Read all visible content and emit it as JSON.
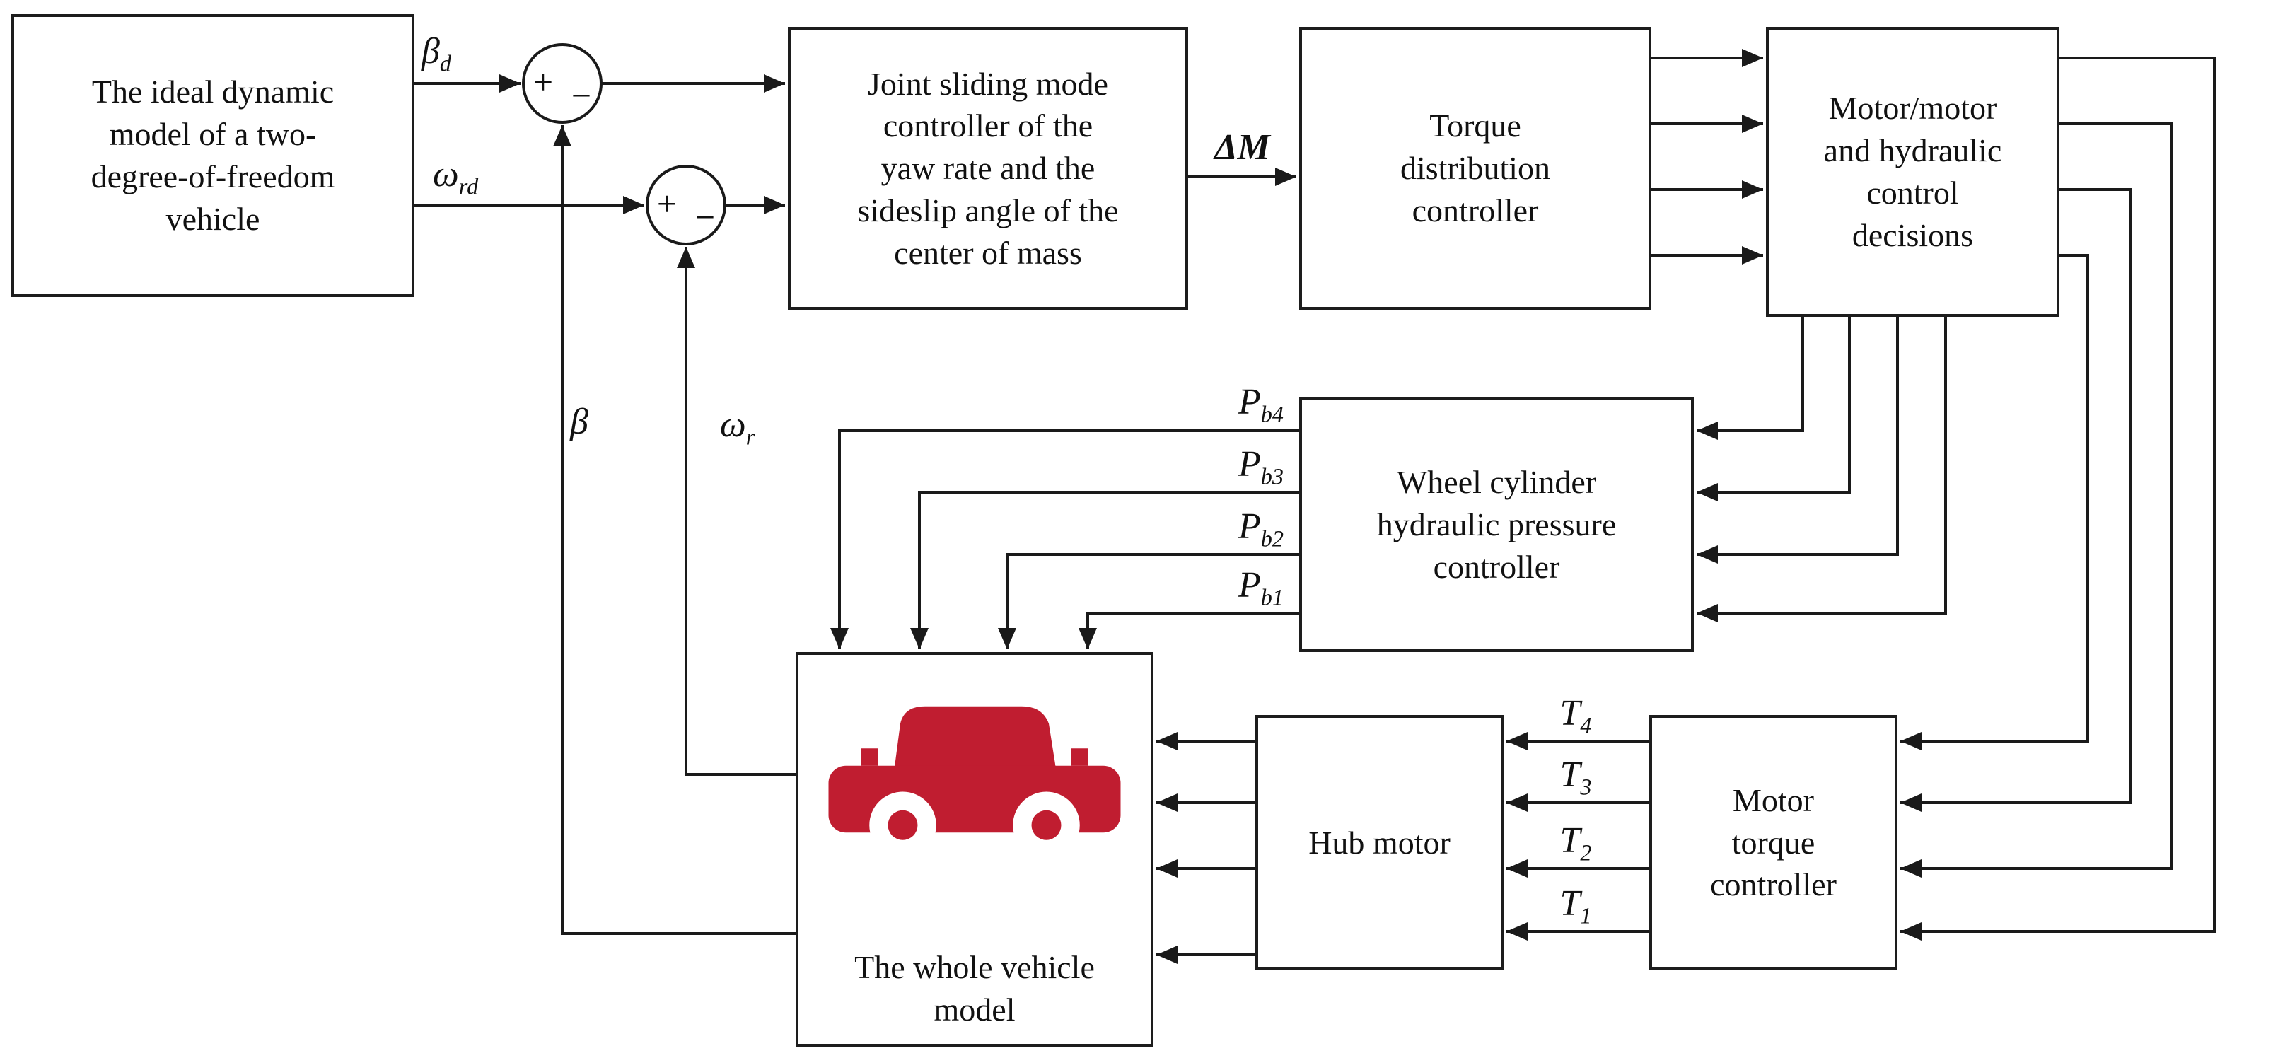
{
  "diagram": {
    "boxes": {
      "ideal": {
        "lines": [
          "The ideal dynamic",
          "model of a two-",
          "degree-of-freedom",
          "vehicle"
        ]
      },
      "jsm": {
        "lines": [
          "Joint sliding mode",
          "controller of the",
          "yaw rate and the",
          "sideslip angle of the",
          "center of mass"
        ]
      },
      "tdc": {
        "lines": [
          "Torque",
          "distribution",
          "controller"
        ]
      },
      "mmd": {
        "lines": [
          "Motor/motor",
          "and hydraulic",
          "control",
          "decisions"
        ]
      },
      "wcc": {
        "lines": [
          "Wheel cylinder",
          "hydraulic pressure",
          "controller"
        ]
      },
      "veh": {
        "lines": [
          "The whole vehicle",
          "model"
        ]
      },
      "hub": {
        "lines": [
          "Hub motor"
        ]
      },
      "mtc": {
        "lines": [
          "Motor",
          "torque",
          "controller"
        ]
      }
    },
    "signals": {
      "beta_d": {
        "main": "β",
        "sub": "d"
      },
      "omega_rd": {
        "main": "ω",
        "sub": "rd"
      },
      "delta_m": {
        "main": "ΔM",
        "sub": ""
      },
      "beta": {
        "main": "β",
        "sub": ""
      },
      "omega_r": {
        "main": "ω",
        "sub": "r"
      },
      "pb4": {
        "main": "P",
        "sub": "b4"
      },
      "pb3": {
        "main": "P",
        "sub": "b3"
      },
      "pb2": {
        "main": "P",
        "sub": "b2"
      },
      "pb1": {
        "main": "P",
        "sub": "b1"
      },
      "t4": {
        "main": "T",
        "sub": "4"
      },
      "t3": {
        "main": "T",
        "sub": "3"
      },
      "t2": {
        "main": "T",
        "sub": "2"
      },
      "t1": {
        "main": "T",
        "sub": "1"
      }
    },
    "junctions": {
      "plus": "+",
      "minus": "−"
    },
    "colors": {
      "line": "#1a1a1a",
      "car": "#c01d30",
      "text": "#111111"
    }
  }
}
